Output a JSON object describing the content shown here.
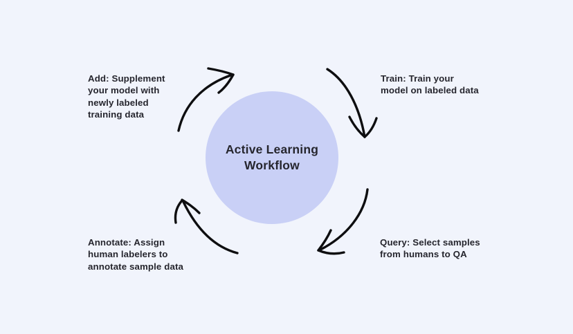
{
  "colors": {
    "bg": "#f1f4fc",
    "circle": "#c9d0f6",
    "text": "#26262e",
    "arrow": "#0e0e10"
  },
  "center": {
    "title": "Active Learning Workflow",
    "lines": [
      "Active Learning",
      "Workflow"
    ]
  },
  "steps": {
    "add": {
      "name": "Add",
      "text": "Add: Supplement your model with newly labeled training data",
      "lines": [
        "Add: Supplement",
        "your model with",
        "newly labeled",
        "training data"
      ]
    },
    "train": {
      "name": "Train",
      "text": "Train: Train your model on labeled data",
      "lines": [
        "Train: Train your",
        "model on labeled data"
      ]
    },
    "query": {
      "name": "Query",
      "text": "Query: Select samples from humans to QA",
      "lines": [
        "Query: Select samples",
        "from humans to QA"
      ]
    },
    "annotate": {
      "name": "Annotate",
      "text": "Annotate: Assign human labelers to annotate sample data",
      "lines": [
        "Annotate: Assign",
        "human labelers to",
        "annotate sample data"
      ]
    }
  }
}
